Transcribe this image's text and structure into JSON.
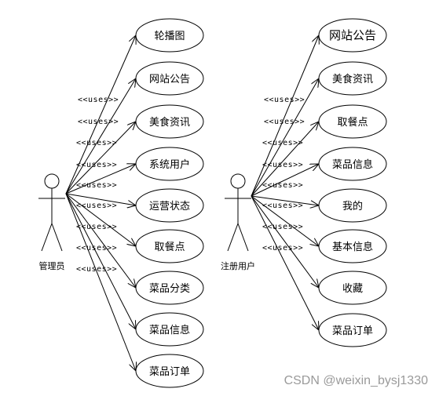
{
  "actors": {
    "admin": "管理员",
    "user": "注册用户"
  },
  "admin_use_cases": [
    "轮播图",
    "网站公告",
    "美食资讯",
    "系统用户",
    "运营状态",
    "取餐点",
    "菜品分类",
    "菜品信息",
    "菜品订单"
  ],
  "user_use_cases": [
    "网站公告",
    "美食资讯",
    "取餐点",
    "菜品信息",
    "我的",
    "基本信息",
    "收藏",
    "菜品订单"
  ],
  "stereotype": "<<uses>>",
  "watermark": "CSDN @weixin_bysj1330"
}
